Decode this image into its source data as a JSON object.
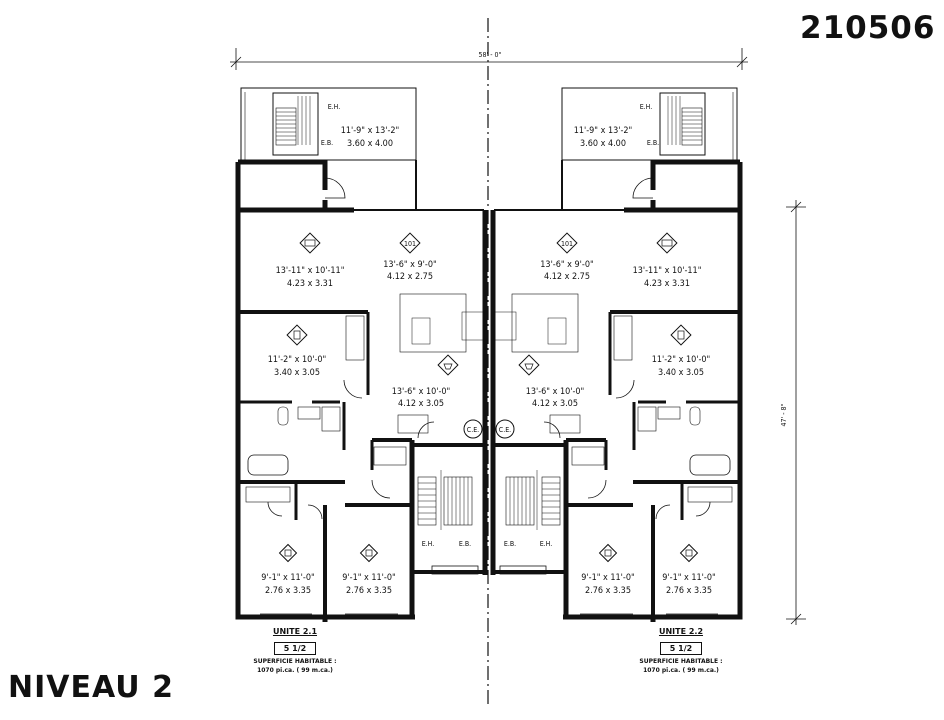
{
  "plan_id": "210506",
  "level": "NIVEAU 2",
  "dims": {
    "width": "58' - 0\"",
    "depth": "47' - 8\""
  },
  "rooms": {
    "balcony_left": {
      "imperial": "11'-9\" x 13'-2\"",
      "metric": "3.60 x 4.00"
    },
    "balcony_right": {
      "imperial": "11'-9\" x 13'-2\"",
      "metric": "3.60 x 4.00"
    },
    "living_left": {
      "imperial": "13'-11\" x 10'-11\"",
      "metric": "4.23 x 3.31"
    },
    "living_right": {
      "imperial": "13'-11\" x 10'-11\"",
      "metric": "4.23 x 3.31"
    },
    "dining_left": {
      "imperial": "13'-6\" x 9'-0\"",
      "metric": "4.12 x 2.75"
    },
    "dining_right": {
      "imperial": "13'-6\" x 9'-0\"",
      "metric": "4.12 x 2.75"
    },
    "office_left": {
      "imperial": "11'-2\" x 10'-0\"",
      "metric": "3.40 x 3.05"
    },
    "office_right": {
      "imperial": "11'-2\" x 10'-0\"",
      "metric": "3.40 x 3.05"
    },
    "kitchen_left": {
      "imperial": "13'-6\" x 10'-0\"",
      "metric": "4.12 x 3.05"
    },
    "kitchen_right": {
      "imperial": "13'-6\" x 10'-0\"",
      "metric": "4.12 x 3.05"
    },
    "bed_l1": {
      "imperial": "9'-1\" x 11'-0\"",
      "metric": "2.76 x 3.35"
    },
    "bed_l2": {
      "imperial": "9'-1\" x 11'-0\"",
      "metric": "2.76 x 3.35"
    },
    "bed_r1": {
      "imperial": "9'-1\" x 11'-0\"",
      "metric": "2.76 x 3.35"
    },
    "bed_r2": {
      "imperial": "9'-1\" x 11'-0\"",
      "metric": "2.76 x 3.35"
    }
  },
  "tags": {
    "eh": "E.H.",
    "eb": "E.B.",
    "ce": "C.E."
  },
  "units": [
    {
      "name": "UNITE 2.1",
      "type": "5 1/2",
      "area_label": "SUPERFICIE HABITABLE :",
      "area_value": "1070 pi.ca. ( 99 m.ca.)"
    },
    {
      "name": "UNITE 2.2",
      "type": "5 1/2",
      "area_label": "SUPERFICIE HABITABLE :",
      "area_value": "1070 pi.ca. ( 99 m.ca.)"
    }
  ]
}
